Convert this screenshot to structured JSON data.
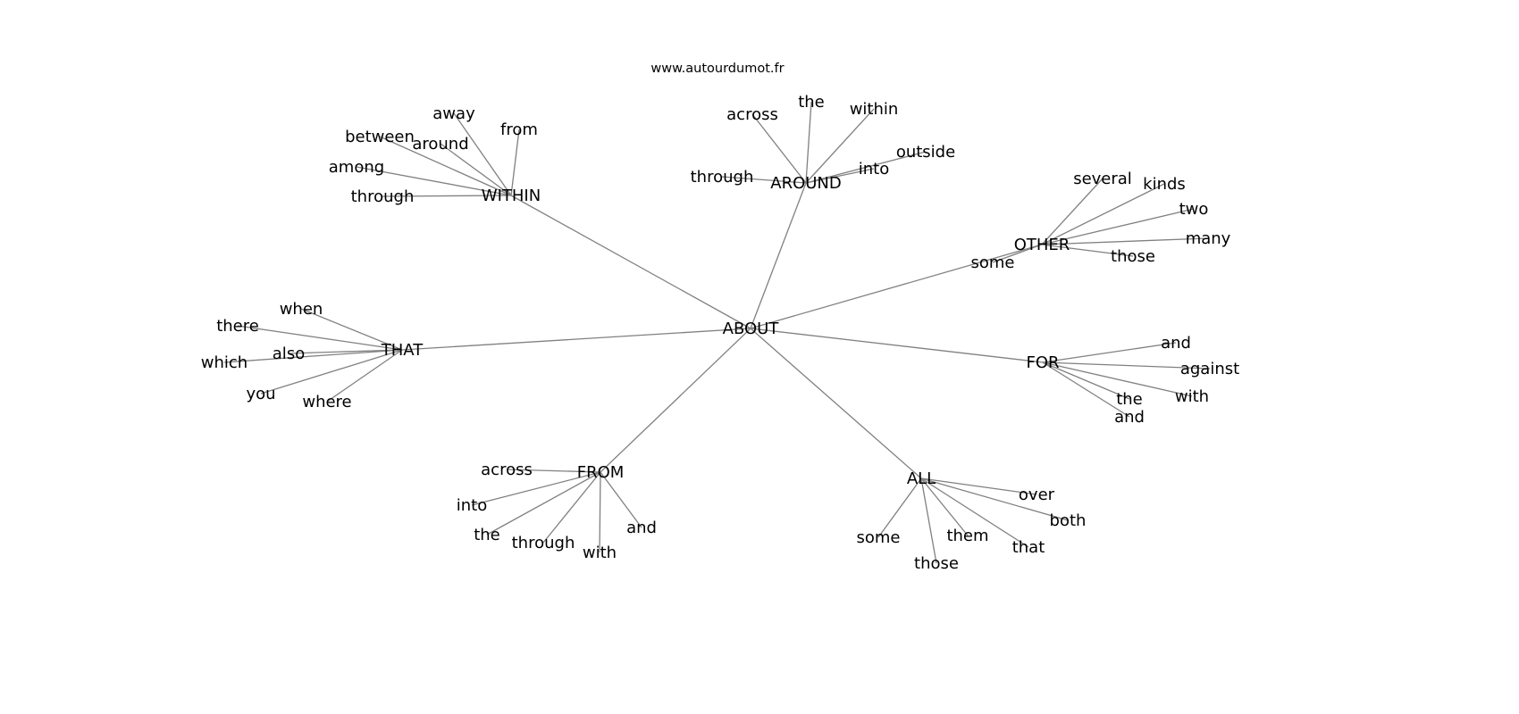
{
  "title": "www.autourdumot.fr",
  "edge_color": "#808080",
  "center": "ABOUT",
  "groups": [
    {
      "hub": "WITHIN",
      "words": [
        "away",
        "from",
        "between",
        "around",
        "among",
        "through"
      ]
    },
    {
      "hub": "AROUND",
      "words": [
        "across",
        "the",
        "within",
        "outside",
        "into",
        "through"
      ]
    },
    {
      "hub": "OTHER",
      "words": [
        "several",
        "kinds",
        "two",
        "many",
        "those",
        "some"
      ]
    },
    {
      "hub": "THAT",
      "words": [
        "when",
        "there",
        "also",
        "which",
        "you",
        "where"
      ]
    },
    {
      "hub": "FOR",
      "words": [
        "and",
        "against",
        "with",
        "the",
        "and"
      ]
    },
    {
      "hub": "FROM",
      "words": [
        "across",
        "into",
        "the",
        "through",
        "with",
        "and"
      ]
    },
    {
      "hub": "ALL",
      "words": [
        "over",
        "both",
        "some",
        "them",
        "that",
        "those"
      ]
    }
  ]
}
